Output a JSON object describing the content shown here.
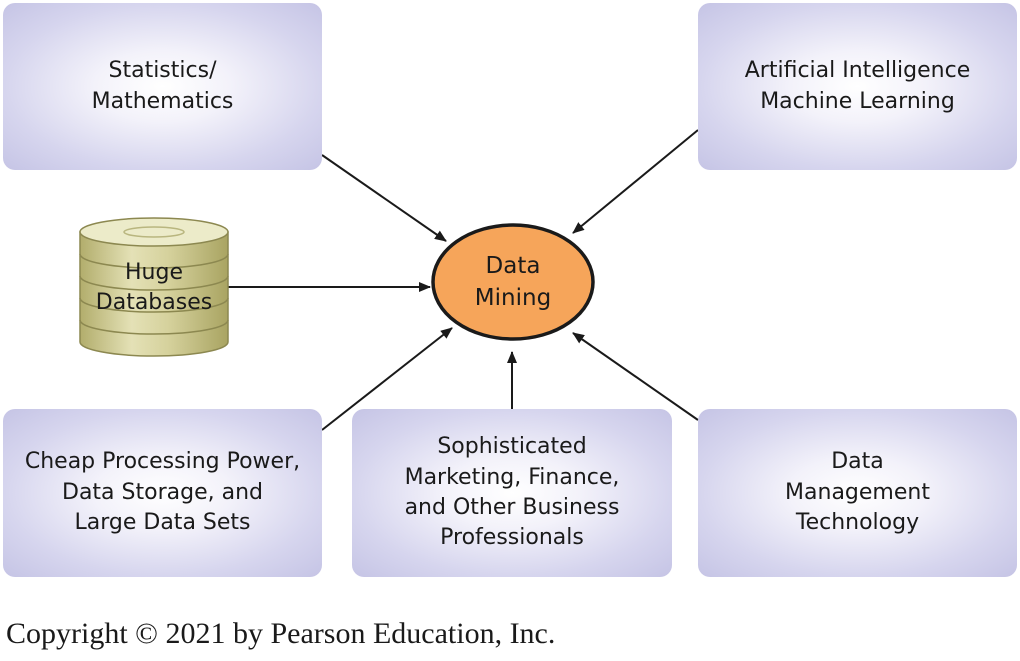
{
  "center": {
    "lines": [
      "Data",
      "Mining"
    ],
    "fill_color": "#f6a55a"
  },
  "boxes": {
    "statistics": {
      "lines": [
        "Statistics/",
        "Mathematics"
      ]
    },
    "ai": {
      "lines": [
        "Artificial Intelligence",
        "Machine Learning"
      ]
    },
    "cheap_processing": {
      "lines": [
        "Cheap Processing Power,",
        "Data Storage, and",
        "Large Data Sets"
      ]
    },
    "sophisticated": {
      "lines": [
        "Sophisticated",
        "Marketing, Finance,",
        "and Other Business",
        "Professionals"
      ]
    },
    "data_management": {
      "lines": [
        "Data",
        "Management",
        "Technology"
      ]
    }
  },
  "database": {
    "lines": [
      "Huge",
      "Databases"
    ]
  },
  "box_color": "#c8c7e6",
  "copyright": "Copyright © 2021 by Pearson Education, Inc."
}
